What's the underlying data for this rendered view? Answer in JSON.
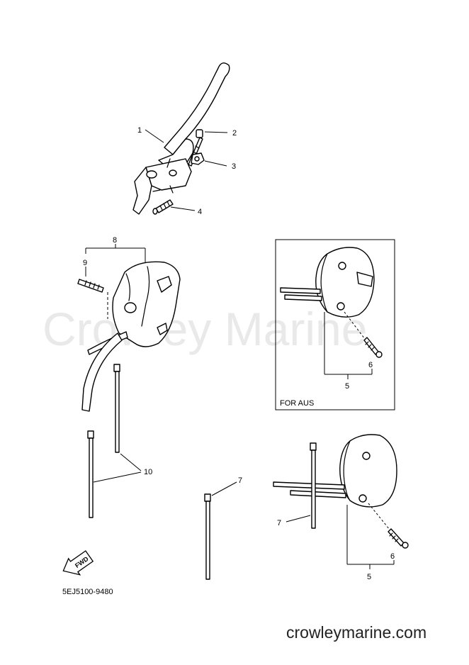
{
  "watermark": "Crowley Marine",
  "website": "crowleymarine.com",
  "diagram_code": "5EJ5100-9480",
  "aus_box_label": "FOR AUS",
  "fwd_label": "FWD",
  "callouts": {
    "c1": "1",
    "c2": "2",
    "c3": "3",
    "c4": "4",
    "c5a": "5",
    "c5b": "5",
    "c6a": "6",
    "c6b": "6",
    "c7a": "7",
    "c7b": "7",
    "c8": "8",
    "c9": "9",
    "c10": "10"
  }
}
